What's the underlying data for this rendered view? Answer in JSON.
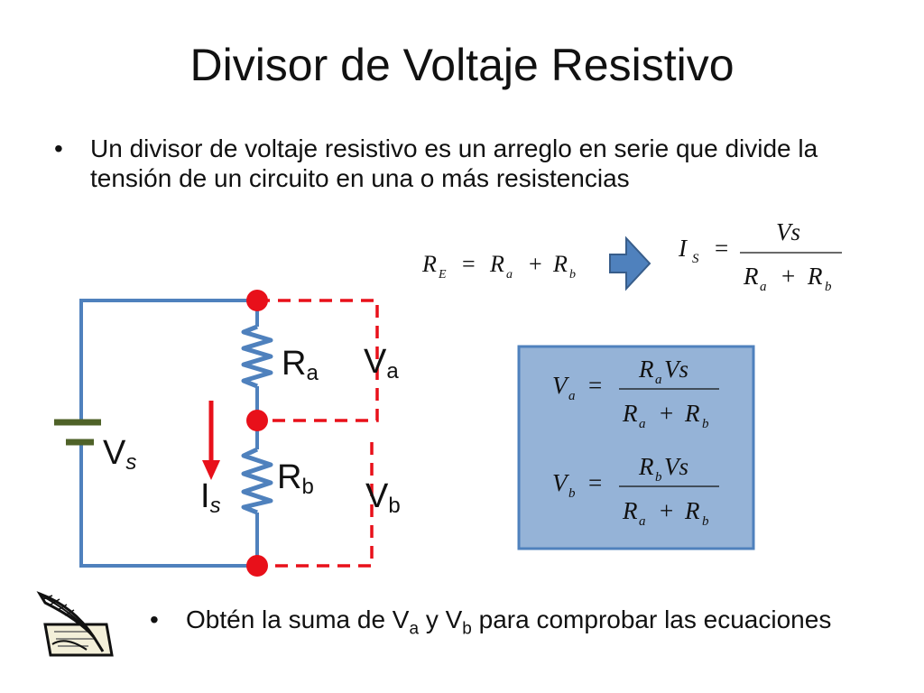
{
  "title": "Divisor de Voltaje Resistivo",
  "bullet1": {
    "symbol": "•",
    "text": "Un divisor de voltaje resistivo es un arreglo en serie que divide la tensión de un circuito en una o más resistencias"
  },
  "bullet2": {
    "symbol": "•",
    "prefix": "Obtén la suma de V",
    "sub_a": "a",
    "mid": " y V",
    "sub_b": "b",
    "suffix": " para comprobar las ecuaciones"
  },
  "circuit": {
    "ra": {
      "base": "R",
      "sub": "a"
    },
    "rb": {
      "base": "R",
      "sub": "b"
    },
    "va": {
      "base": "V",
      "sub": "a"
    },
    "vb": {
      "base": "V",
      "sub": "b"
    },
    "vs": {
      "base": "V",
      "sub": "s"
    },
    "is": {
      "base": "I",
      "sub": "s"
    }
  },
  "equations": {
    "re": {
      "lhs": "R",
      "lhs_sub": "E",
      "eq": "=",
      "t1": "R",
      "t1_sub": "a",
      "plus": "+",
      "t2": "R",
      "t2_sub": "b"
    },
    "is": {
      "lhs": "I",
      "lhs_sub": "S",
      "eq": "=",
      "num": "Vs",
      "d1": "R",
      "d1_sub": "a",
      "plus": "+",
      "d2": "R",
      "d2_sub": "b"
    },
    "va": {
      "lhs": "V",
      "lhs_sub": "a",
      "eq": "=",
      "n1": "R",
      "n1_sub": "a",
      "n2": "Vs",
      "d1": "R",
      "d1_sub": "a",
      "plus": "+",
      "d2": "R",
      "d2_sub": "b"
    },
    "vb": {
      "lhs": "V",
      "lhs_sub": "b",
      "eq": "=",
      "n1": "R",
      "n1_sub": "b",
      "n2": "Vs",
      "d1": "R",
      "d1_sub": "a",
      "plus": "+",
      "d2": "R",
      "d2_sub": "b"
    }
  },
  "colors": {
    "wire": "#4f81bd",
    "node": "#e8101a",
    "dashed": "#e8101a",
    "battery": "#4f6228",
    "resistor": "#4f81bd",
    "current_arrow": "#e8101a",
    "box_fill": "#95b3d7",
    "box_border": "#4f81bd",
    "arrow_fill": "#4f81bd"
  },
  "icons": {
    "arrow": "right-arrow-icon",
    "quill": "quill-pen-icon"
  }
}
